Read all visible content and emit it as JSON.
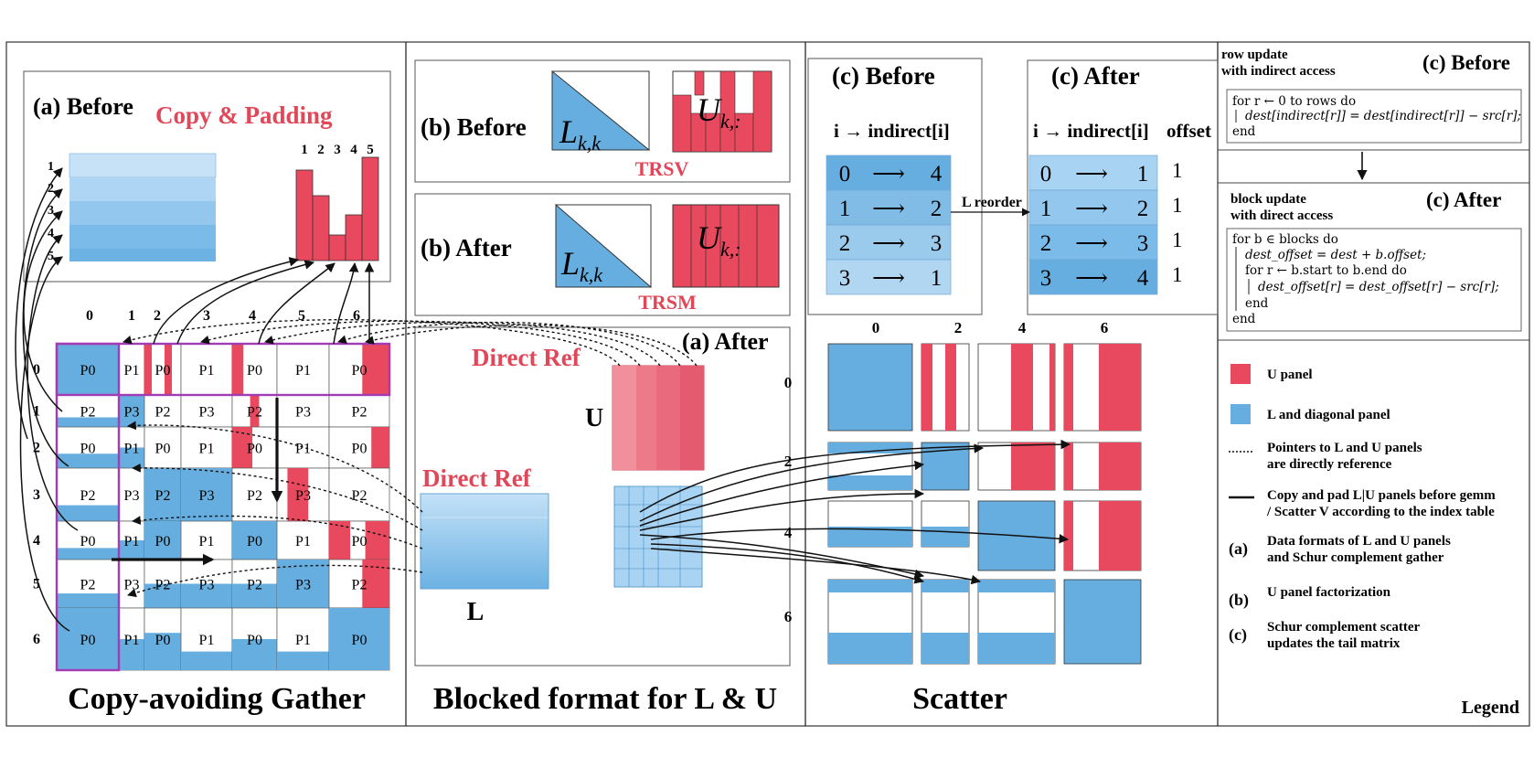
{
  "colors": {
    "u_panel": "#e8495e",
    "l_panel": "#67aee0",
    "l_light": "#a9d3f3",
    "highlight_frame": "#a33bb5",
    "label_red": "#e04758"
  },
  "panels": {
    "gather": {
      "title": "Copy-avoiding Gather",
      "before_label": "(a) Before",
      "copy_label": "Copy & Padding",
      "hist_ticks": [
        "1",
        "2",
        "3",
        "4",
        "5"
      ],
      "arrow_labels": [
        "1",
        "2",
        "3",
        "4",
        "5"
      ],
      "col_labels": [
        "0",
        "1",
        "2",
        "3",
        "4",
        "5",
        "6"
      ],
      "row_labels": [
        "0",
        "1",
        "2",
        "3",
        "4",
        "5",
        "6"
      ],
      "rows": [
        [
          "P0",
          "P1",
          "P0",
          "P1",
          "P0",
          "P1",
          "P0"
        ],
        [
          "P2",
          "P3",
          "P2",
          "P3",
          "P2",
          "P3",
          "P2"
        ],
        [
          "P0",
          "P1",
          "P0",
          "P1",
          "P0",
          "P1",
          "P0"
        ],
        [
          "P2",
          "P3",
          "P2",
          "P3",
          "P2",
          "P3",
          "P2"
        ],
        [
          "P0",
          "P1",
          "P0",
          "P1",
          "P0",
          "P1",
          "P0"
        ],
        [
          "P2",
          "P3",
          "P2",
          "P3",
          "P2",
          "P3",
          "P2"
        ],
        [
          "P0",
          "P1",
          "P0",
          "P1",
          "P0",
          "P1",
          "P0"
        ]
      ]
    },
    "blocked": {
      "title": "Blocked format for L & U",
      "b_before": "(b) Before",
      "b_after": "(b) After",
      "l_sym": "L",
      "l_sub": "k,k",
      "u_sym": "U",
      "u_sub": "k,:",
      "trsv": "TRSV",
      "trsm": "TRSM",
      "a_after": "(a) After",
      "direct_ref_1": "Direct Ref",
      "direct_ref_2": "Direct Ref",
      "u_label": "U",
      "l_label": "L"
    },
    "scatter": {
      "title": "Scatter",
      "c_before": "(c) Before",
      "c_after": "(c) After",
      "before_header": "i → indirect[i]",
      "after_header": "i → indirect[i]",
      "offset_header": "offset",
      "reorder_label": "L reorder",
      "before_rows": [
        {
          "i": "0",
          "arrow": "⟶",
          "target": "4"
        },
        {
          "i": "1",
          "arrow": "⟶",
          "target": "2"
        },
        {
          "i": "2",
          "arrow": "⟶",
          "target": "3"
        },
        {
          "i": "3",
          "arrow": "⟶",
          "target": "1"
        }
      ],
      "after_rows": [
        {
          "i": "0",
          "arrow": "⟶",
          "target": "1",
          "offset": "1"
        },
        {
          "i": "1",
          "arrow": "⟶",
          "target": "2",
          "offset": "1"
        },
        {
          "i": "2",
          "arrow": "⟶",
          "target": "3",
          "offset": "1"
        },
        {
          "i": "3",
          "arrow": "⟶",
          "target": "4",
          "offset": "1"
        }
      ],
      "col_labels": [
        "0",
        "2",
        "4",
        "6"
      ],
      "row_labels": [
        "0",
        "2",
        "4",
        "6"
      ]
    },
    "legend": {
      "title": "Legend",
      "row_update_1": "row update",
      "row_update_2": "with indirect access",
      "c_before": "(c) Before",
      "code_before": [
        "for r ← 0 to rows do",
        "dest[indirect[r]] = dest[indirect[r]] − src[r];",
        "end"
      ],
      "block_update_1": "block update",
      "block_update_2": "with direct access",
      "c_after": "(c) After",
      "code_after": [
        "for b ∈ blocks do",
        "dest_offset = dest + b.offset;",
        "for r ← b.start to b.end do",
        "dest_offset[r] = dest_offset[r] − src[r];",
        "end",
        "end"
      ],
      "items": [
        {
          "key": "u",
          "lines": [
            "U panel"
          ]
        },
        {
          "key": "l",
          "lines": [
            "L and diagonal panel"
          ]
        },
        {
          "key": "dotted",
          "lines": [
            "Pointers to L and U panels",
            "are directly reference"
          ]
        },
        {
          "key": "solid",
          "lines": [
            "Copy and pad L|U panels before gemm",
            "/ Scatter V according to the index table"
          ]
        },
        {
          "key": "a",
          "tag": "(a)",
          "lines": [
            "Data formats of L and U panels",
            "and Schur complement gather"
          ]
        },
        {
          "key": "b",
          "tag": "(b)",
          "lines": [
            "U panel factorization"
          ]
        },
        {
          "key": "c",
          "tag": "(c)",
          "lines": [
            "Schur complement scatter",
            "updates the tail matrix"
          ]
        }
      ]
    }
  }
}
